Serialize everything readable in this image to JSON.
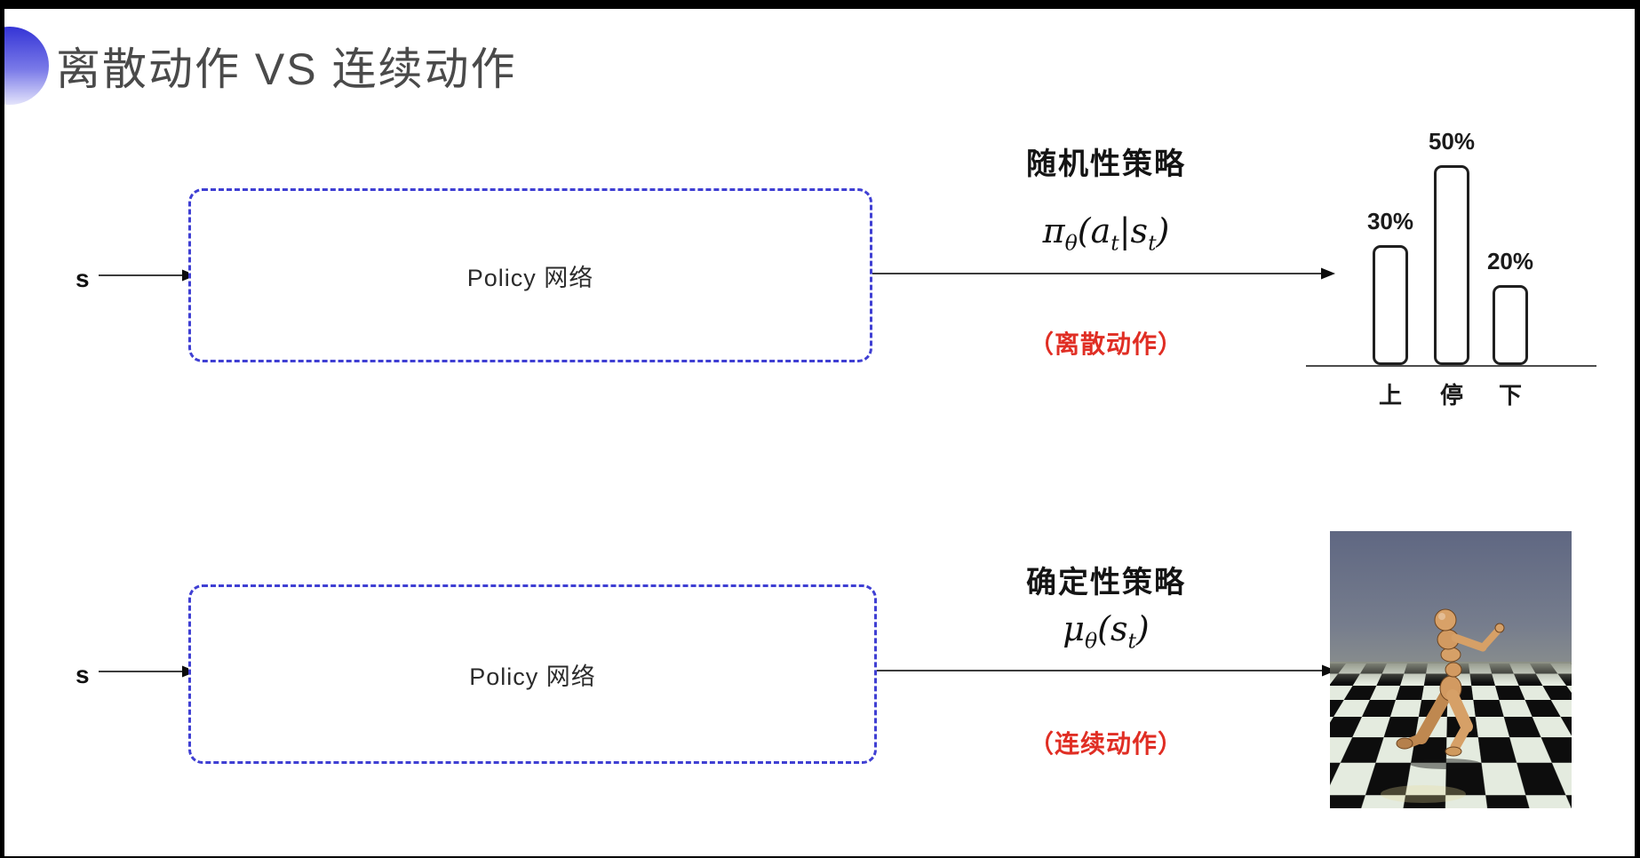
{
  "title": {
    "text": "离散动作 VS 连续动作"
  },
  "top_flow": {
    "input_label": "s",
    "box_label": "Policy 网络",
    "policy_title": "随机性策略",
    "formula": {
      "p0": "π",
      "p1": "θ",
      "p2": "(a",
      "p3": "t",
      "p4": "|s",
      "p5": "t",
      "p6": ")"
    },
    "action_type": "（离散动作）"
  },
  "bottom_flow": {
    "input_label": "s",
    "box_label": "Policy 网络",
    "policy_title": "确定性策略",
    "formula": {
      "p0": "μ",
      "p1": "θ",
      "p2": "(s",
      "p3": "t",
      "p4": ")"
    },
    "action_type": "（连续动作）"
  },
  "chart_data": {
    "type": "bar",
    "categories": [
      "上",
      "停",
      "下"
    ],
    "values": [
      30,
      50,
      20
    ],
    "value_labels": [
      "30%",
      "50%",
      "20%"
    ],
    "title": "",
    "xlabel": "",
    "ylabel": "",
    "ylim": [
      0,
      55
    ],
    "grid": false,
    "legend": false
  },
  "illustration": {
    "kind": "humanoid-robot-on-checkerboard"
  },
  "colors": {
    "accent_blue": "#3f3fd3",
    "alert_red": "#e02e24",
    "title_gray": "#4a4a4a",
    "ink": "#1a1a1a"
  }
}
